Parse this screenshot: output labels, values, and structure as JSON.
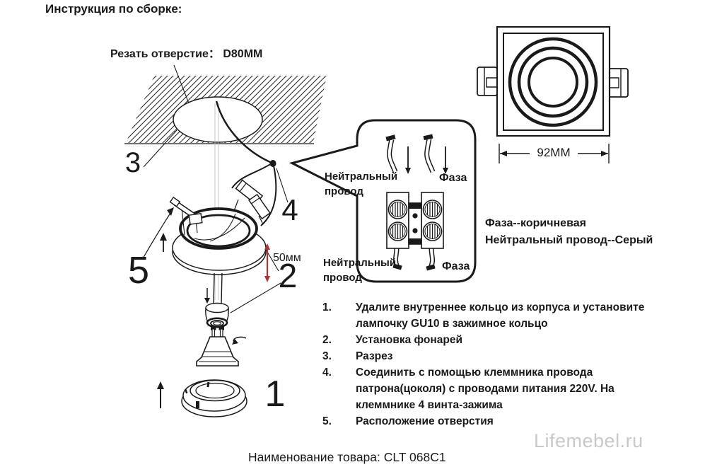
{
  "title": "Инструкция по сборке:",
  "diagram": {
    "cut_hole_label": "Резать отверстие： D80MM",
    "depth_label": "50мм",
    "width_label": "92MM",
    "numbers": {
      "ring": "1",
      "depth": "2",
      "cut": "3",
      "wire": "4",
      "clip": "5"
    }
  },
  "wiring": {
    "neutral_top": "Нейтральный\nпровод",
    "phase_top": "Фаза",
    "neutral_bottom": "Нейтральный\nпровод",
    "phase_bottom": "Фаза",
    "phase_note": "Фаза--коричневая",
    "neutral_note": "Нейтральный провод--Серый"
  },
  "steps": [
    {
      "num": "1.",
      "text": "Удалите внутреннее кольцо из корпуса и установите\nлампочку GU10 в зажимное кольцо"
    },
    {
      "num": "2.",
      "text": "Установка фонарей"
    },
    {
      "num": "3.",
      "text": "Разрез"
    },
    {
      "num": "4.",
      "text": "Соединить с помощью клеммника провода\nпатрона(цоколя) с проводами питания 220V. На\nклеммнике 4 винта-зажима"
    },
    {
      "num": "5.",
      "text": "Расположение отверстия"
    }
  ],
  "footer": {
    "product_label": "Наименование товара: CLT 068C1",
    "watermark": "Lifemebel.ru"
  },
  "colors": {
    "ink": "#1a1a1a",
    "accent_red": "#b03333",
    "watermark_gray": "#c9c9c9"
  }
}
